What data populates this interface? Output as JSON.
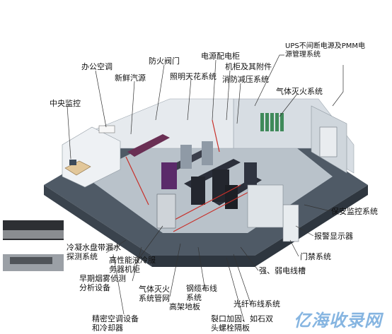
{
  "diagram": {
    "labels": {
      "ups": "UPS不间断电源及PMM电源管理系统",
      "office_ac": "办公空调",
      "fire_valve": "防火阀门",
      "power_cabinet": "电源配电柜",
      "cabinet_accessories": "机柜及其附件",
      "fresh_air": "新鲜汽源",
      "ceiling_light": "照明天花系统",
      "fire_pressure": "消防减压系统",
      "gas_fire": "气体灭火系统",
      "central_monitor": "中央监控",
      "security_monitor": "保安监控系统",
      "alarm_display": "报警显示器",
      "access_control": "门禁系统",
      "water_leak": "冷凝水盘带漏水探测系统",
      "precision_ac_cabinet": "高性能液冷服务器机柜",
      "smoke_detect": "早期烟雾侦测分析设备",
      "gas_pipe": "气体灭火系统管网",
      "cable_system": "钢缆布线系统",
      "raised_floor": "高架地板",
      "weak_current": "强、弱电线槽",
      "fiber_system": "光纤布线系统",
      "precision_ac": "精密空调设备和冷却器",
      "floor_support": "裂口加固、如石双头螺栓隔板"
    },
    "watermark": "亿海收录网"
  },
  "colors": {
    "accent": "#2378c8",
    "floor": "#5a6a78",
    "wall": "#d8dde2",
    "cabinet": "#2b2f3a",
    "cable_red": "#c8302a"
  }
}
